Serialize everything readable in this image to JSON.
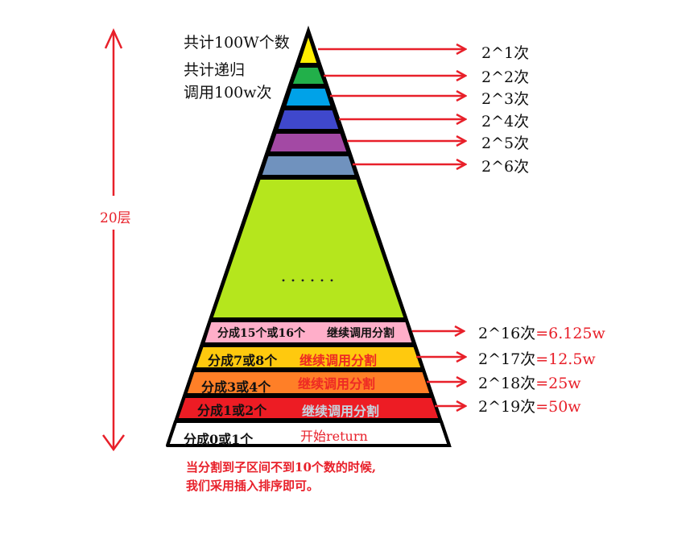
{
  "diagram": {
    "title_notes": {
      "line1": "共计100W个数",
      "line2": "共计递归",
      "line3": "调用100w次"
    },
    "depth_label": "20层",
    "ellipsis": "......",
    "colors": {
      "arrow": "#e8202a",
      "outline": "#000000",
      "band_1": "#ffee00",
      "band_2": "#22b04a",
      "band_3": "#00a2e8",
      "band_4": "#3f48cc",
      "band_5": "#a349a4",
      "band_6": "#7092be",
      "middle": "#b5e61d",
      "band_16": "#ffaec9",
      "band_17": "#ffc90e",
      "band_18": "#ff7f27",
      "band_19": "#ed1c24",
      "band_base": "#ffffff"
    },
    "top_counts": [
      {
        "label": "2^1次"
      },
      {
        "label": "2^2次"
      },
      {
        "label": "2^3次"
      },
      {
        "label": "2^4次"
      },
      {
        "label": "2^5次"
      },
      {
        "label": "2^6次"
      }
    ],
    "bottom_counts": [
      {
        "label": "2^16次",
        "value": "=6.125w"
      },
      {
        "label": "2^17次",
        "value": "=12.5w"
      },
      {
        "label": "2^18次",
        "value": "=25w"
      },
      {
        "label": "2^19次",
        "value": "=50w"
      }
    ],
    "bottom_bands": [
      {
        "split": "分成15个或16个",
        "action": "继续调用分割"
      },
      {
        "split": "分成7或8个",
        "action": "继续调用分割"
      },
      {
        "split": "分成3或4个",
        "action": "继续调用分割"
      },
      {
        "split": "分成1或2个",
        "action": "继续调用分割"
      },
      {
        "split": "分成0或1个",
        "action": "开始return"
      }
    ],
    "footnote": {
      "line1": "当分割到子区间不到10个数的时候,",
      "line2": "我们采用插入排序即可。"
    }
  }
}
